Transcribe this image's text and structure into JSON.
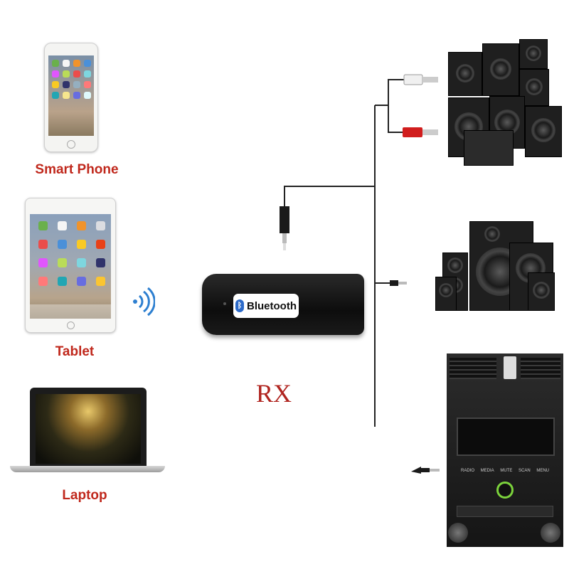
{
  "devices": {
    "phone_label": "Smart Phone",
    "tablet_label": "Tablet",
    "laptop_label": "Laptop"
  },
  "dongle": {
    "brand_text": "Bluetooth",
    "mode_label": "RX"
  },
  "car_stereo": {
    "buttons": [
      "RADIO",
      "MEDIA",
      "MUTE",
      "SCAN",
      "MENU"
    ]
  },
  "colors": {
    "label_red": "#c0281c",
    "rx_red": "#b0241f",
    "signal_blue": "#2d7fd0",
    "aux_ring_green": "#7cd33c"
  }
}
